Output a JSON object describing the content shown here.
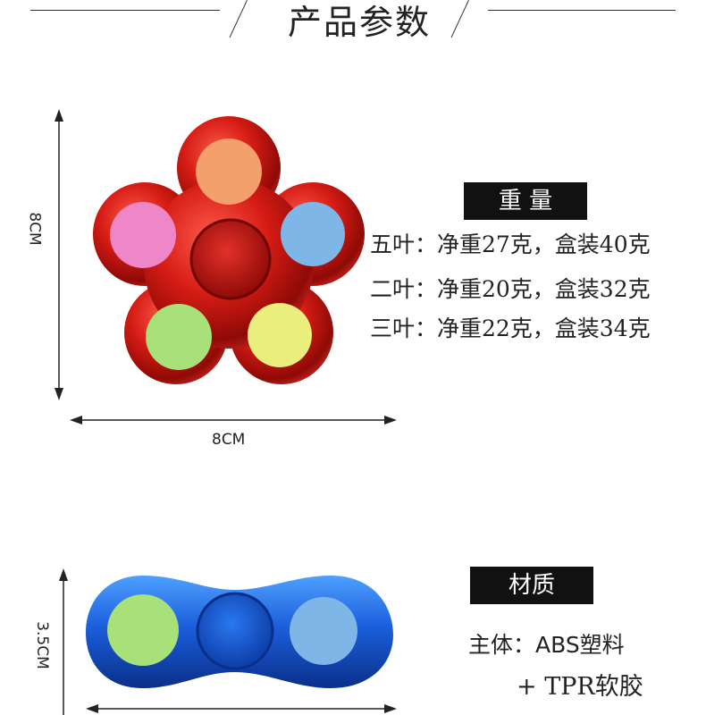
{
  "header": {
    "title": "产品参数"
  },
  "weight_section": {
    "label": "重 量",
    "lines": [
      "五叶：净重27克，盒装40克",
      "二叶：净重20克，盒装32克",
      "三叶：净重22克，盒装34克"
    ]
  },
  "material_section": {
    "label": "材质",
    "line1": "主体：ABS塑料",
    "line2": "+ TPR软胶"
  },
  "dimensions": {
    "flower_height": "8CM",
    "flower_width": "8CM",
    "bar_height": "3.5CM"
  },
  "colors": {
    "flower_body": "#c81414",
    "bar_body": "#1a5fd6",
    "pop_orange": "#f3a06c",
    "pop_blue": "#7fb6e8",
    "pop_pink": "#ee86c8",
    "pop_green": "#a8e07a",
    "pop_yellow": "#e9ee7c"
  },
  "images": {
    "flower": "five-leaf-pop-spinner",
    "bar": "two-leaf-pop-spinner"
  }
}
